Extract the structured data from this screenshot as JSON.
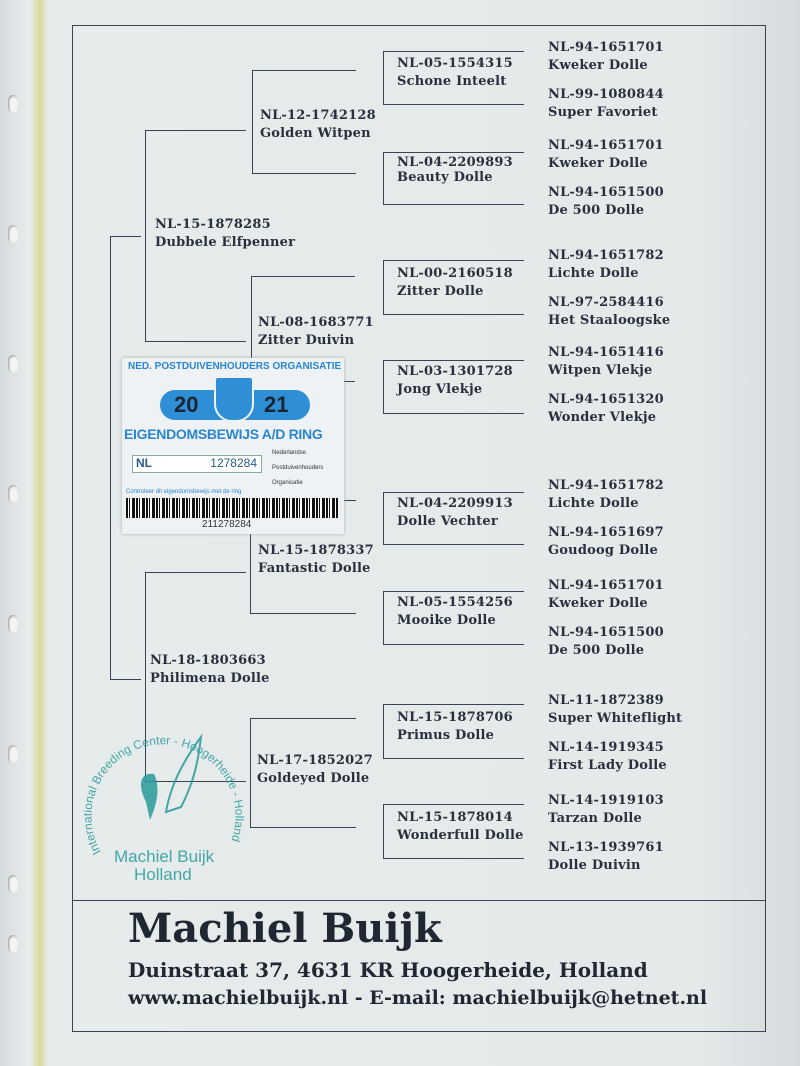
{
  "pedigree": {
    "gen1": [
      {
        "ring": "NL-15-1878285",
        "name": "Dubbele Elfpenner"
      },
      {
        "ring": "NL-18-1803663",
        "name": "Philimena Dolle"
      }
    ],
    "gen2": [
      {
        "ring": "NL-12-1742128",
        "name": "Golden Witpen"
      },
      {
        "ring": "NL-08-1683771",
        "name": "Zitter Duivin"
      },
      {
        "ring": "NL-15-1878337",
        "name": "Fantastic Dolle"
      },
      {
        "ring": "NL-17-1852027",
        "name": "Goldeyed Dolle"
      }
    ],
    "gen3": [
      {
        "ring": "NL-05-1554315",
        "name": "Schone Inteelt"
      },
      {
        "ring": "NL-04-2209893",
        "name": "Beauty Dolle"
      },
      {
        "ring": "NL-00-2160518",
        "name": "Zitter Dolle"
      },
      {
        "ring": "NL-03-1301728",
        "name": "Jong Vlekje"
      },
      {
        "ring": "NL-04-2209913",
        "name": "Dolle Vechter"
      },
      {
        "ring": "NL-05-1554256",
        "name": "Mooike Dolle"
      },
      {
        "ring": "NL-15-1878706",
        "name": "Primus Dolle"
      },
      {
        "ring": "NL-15-1878014",
        "name": "Wonderfull Dolle"
      }
    ],
    "gen4": [
      {
        "ring": "NL-94-1651701",
        "name": "Kweker Dolle"
      },
      {
        "ring": "NL-99-1080844",
        "name": "Super Favoriet"
      },
      {
        "ring": "NL-94-1651701",
        "name": "Kweker Dolle"
      },
      {
        "ring": "NL-94-1651500",
        "name": "De 500 Dolle"
      },
      {
        "ring": "NL-94-1651782",
        "name": "Lichte Dolle"
      },
      {
        "ring": "NL-97-2584416",
        "name": "Het Staaloogske"
      },
      {
        "ring": "NL-94-1651416",
        "name": "Witpen Vlekje"
      },
      {
        "ring": "NL-94-1651320",
        "name": "Wonder Vlekje"
      },
      {
        "ring": "NL-94-1651782",
        "name": "Lichte Dolle"
      },
      {
        "ring": "NL-94-1651697",
        "name": "Goudoog Dolle"
      },
      {
        "ring": "NL-94-1651701",
        "name": "Kweker Dolle"
      },
      {
        "ring": "NL-94-1651500",
        "name": "De 500 Dolle"
      },
      {
        "ring": "NL-11-1872389",
        "name": "Super Whiteflight"
      },
      {
        "ring": "NL-14-1919345",
        "name": "First Lady Dolle"
      },
      {
        "ring": "NL-14-1919103",
        "name": "Tarzan Dolle"
      },
      {
        "ring": "NL-13-1939761",
        "name": "Dolle Duivin"
      }
    ]
  },
  "footer": {
    "name": "Machiel Buijk",
    "address": "Duinstraat 37, 4631 KR Hoogerheide, Holland",
    "contact": "www.machielbuijk.nl - E-mail: machielbuijk@hetnet.nl"
  },
  "ring_card": {
    "org": "NED. POSTDUIVENHOUDERS ORGANISATIE",
    "year_left": "20",
    "year_right": "21",
    "title": "EIGENDOMSBEWIJS A/D RING",
    "country": "NL",
    "number": "1278284",
    "barcode": "211278284",
    "npo_lines": [
      "Nederlandse",
      "Postduivenhouders",
      "Organisatie"
    ],
    "note": "Controleer dit eigendomsbewijs met de ring"
  },
  "stamp": {
    "ring_text": "International Breeding Center - Hoogerheide - Holland",
    "line1": "Machiel Buijk",
    "line2": "Holland"
  },
  "colors": {
    "ink": "#27303c",
    "stamp": "#2a9a9a",
    "ring_blue": "#2f8fd6"
  }
}
